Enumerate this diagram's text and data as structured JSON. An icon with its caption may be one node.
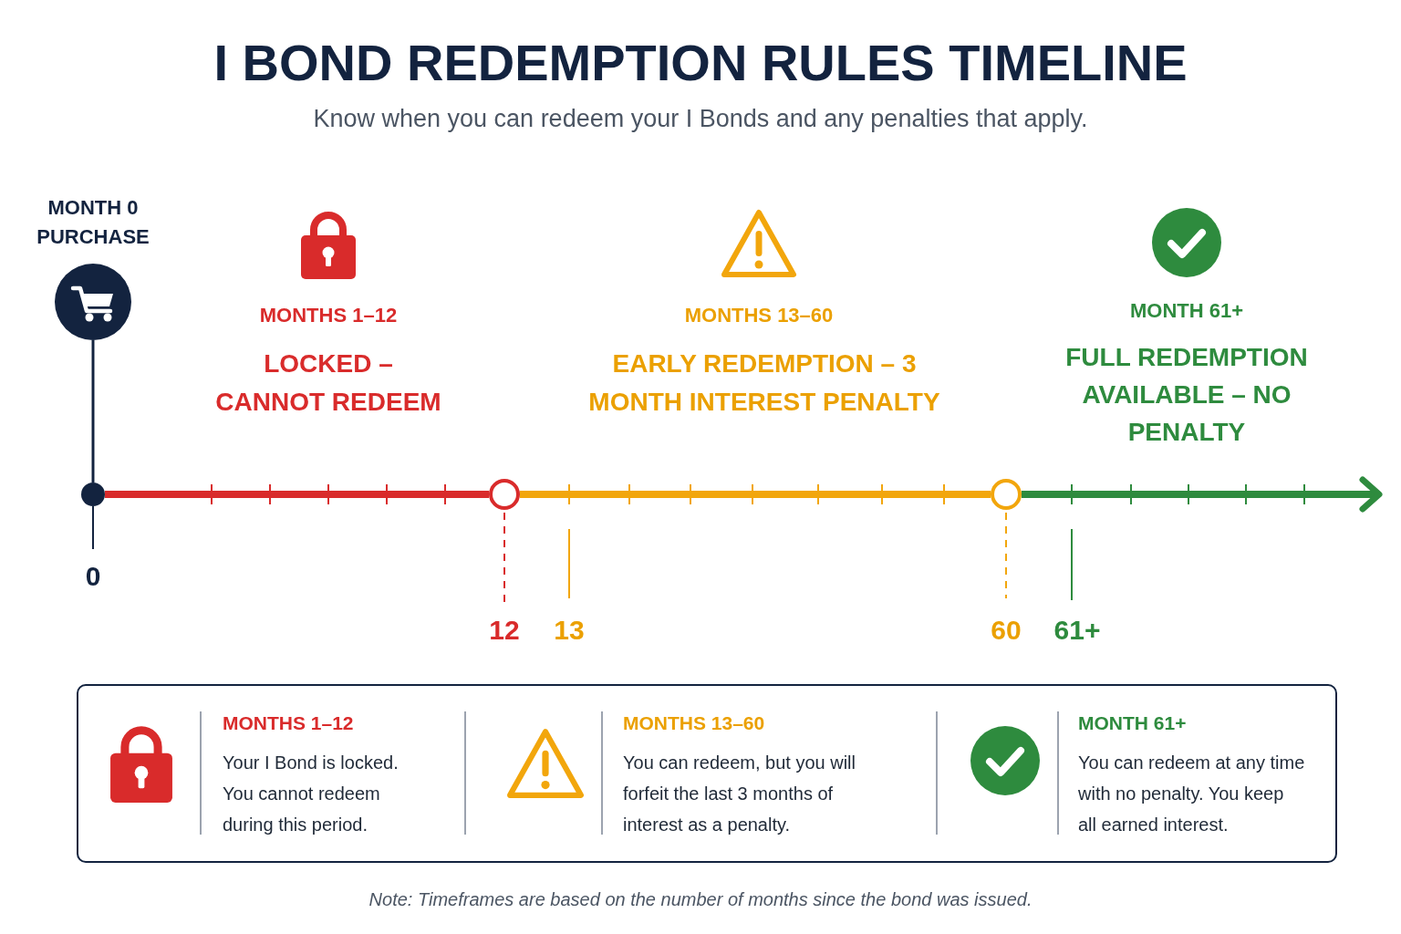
{
  "diagram": {
    "title": "I BOND REDEMPTION RULES TIMELINE",
    "caption": "Note: Timeframes are based on the number of months since the bond was issued.",
    "nodes": [
      {
        "text": [
          "MONTH 0 PURCHASE"
        ]
      },
      {
        "text": [],
        "shape": "circle"
      },
      {
        "text": [],
        "shape": "circle"
      },
      {
        "text": [],
        "shape": "circle"
      }
    ],
    "edges": [
      {
        "from": 0,
        "to": 1,
        "arrow": "none",
        "color": "#13233f"
      },
      {
        "from": 1,
        "to": 2,
        "arrow": "none",
        "color": "#d92b2b"
      },
      {
        "from": 2,
        "to": 3,
        "arrow": "none",
        "color": "#f2a60c"
      },
      {
        "from": 3,
        "to": null,
        "arrow": "to",
        "color": "#2e8b3e"
      }
    ],
    "labels": [
      "Know when you can redeem your I Bonds and any penalties that apply.",
      "MONTHS 1–12",
      "LOCKED – CANNOT REDEEM",
      "MONTHS 13–60",
      "EARLY REDEMPTION – 3 MONTH INTEREST PENALTY",
      "MONTH 61+",
      "FULL REDEMPTION AVAILABLE – NO PENALTY",
      "0",
      "12",
      "13",
      "60",
      "61+",
      "MONTHS 1–12",
      "Your I Bond is locked. You cannot redeem during this period.",
      "MONTHS 13–60",
      "You can redeem, but you will forfeit the last 3 months of interest as a penalty.",
      "MONTH 61+",
      "You can redeem at any time with no penalty. You keep all earned interest."
    ]
  }
}
